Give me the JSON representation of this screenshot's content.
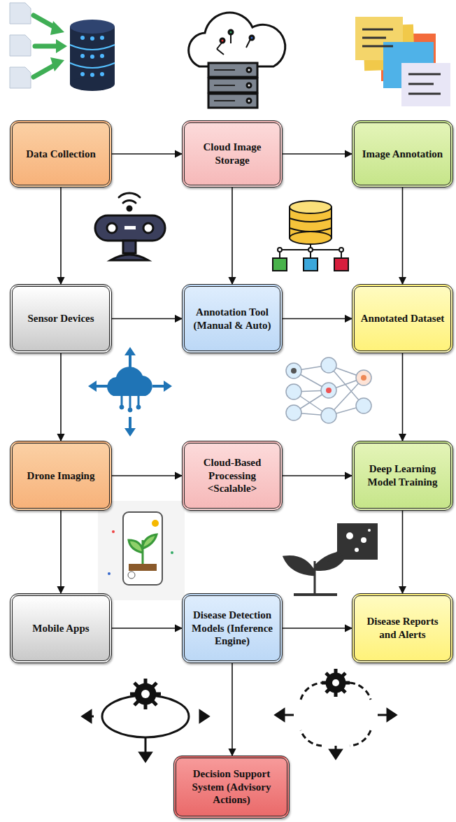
{
  "diagram": {
    "nodes": [
      {
        "text": [
          "Data Collection"
        ]
      },
      {
        "text": [
          "Cloud Image Storage"
        ]
      },
      {
        "text": [
          "Image Annotation"
        ]
      },
      {
        "text": [
          "Sensor Devices"
        ]
      },
      {
        "text": [
          "Annotation Tool (Manual & Auto)"
        ]
      },
      {
        "text": [
          "Annotated Dataset"
        ]
      },
      {
        "text": [
          "Drone Imaging"
        ]
      },
      {
        "text": [
          "Cloud-Based Processing <Scalable>"
        ]
      },
      {
        "text": [
          "Deep Learning Model Training"
        ]
      },
      {
        "text": [
          "Mobile Apps"
        ]
      },
      {
        "text": [
          "Disease Detection Models (Inference Engine)"
        ]
      },
      {
        "text": [
          "Disease Reports and Alerts"
        ]
      },
      {
        "text": [
          "Decision Support System (Advisory Actions)"
        ]
      }
    ],
    "edges": [
      {
        "from": 0,
        "to": 1,
        "arrow": "to"
      },
      {
        "from": 1,
        "to": 2,
        "arrow": "to"
      },
      {
        "from": 0,
        "to": 3,
        "arrow": "to"
      },
      {
        "from": 1,
        "to": 4,
        "arrow": "to"
      },
      {
        "from": 2,
        "to": 5,
        "arrow": "to"
      },
      {
        "from": 3,
        "to": 4,
        "arrow": "to"
      },
      {
        "from": 4,
        "to": 5,
        "arrow": "to"
      },
      {
        "from": 3,
        "to": 6,
        "arrow": "to"
      },
      {
        "from": 5,
        "to": 8,
        "arrow": "to"
      },
      {
        "from": 6,
        "to": 7,
        "arrow": "to"
      },
      {
        "from": 7,
        "to": 8,
        "arrow": "to"
      },
      {
        "from": 6,
        "to": 9,
        "arrow": "to"
      },
      {
        "from": 8,
        "to": 11,
        "arrow": "to"
      },
      {
        "from": 9,
        "to": 10,
        "arrow": "to"
      },
      {
        "from": 10,
        "to": 11,
        "arrow": "to"
      },
      {
        "from": 10,
        "to": 12,
        "arrow": "to"
      }
    ]
  }
}
